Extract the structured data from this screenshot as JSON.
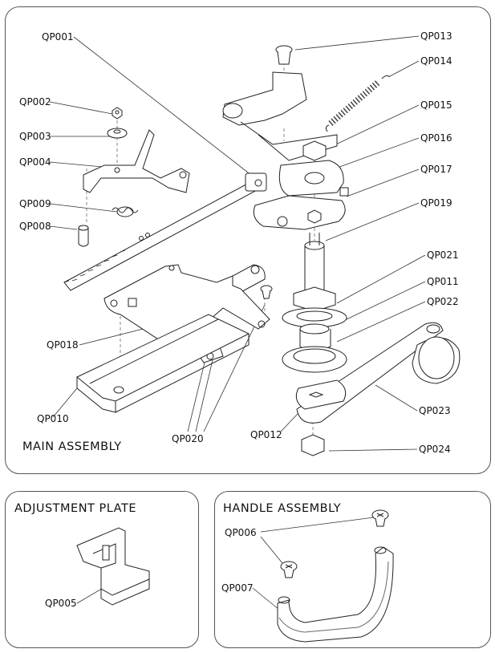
{
  "panels": {
    "main": {
      "title": "MAIN  ASSEMBLY"
    },
    "adjustment": {
      "title": "ADJUSTMENT  PLATE"
    },
    "handle": {
      "title": "HANDLE ASSEMBLY"
    }
  },
  "parts": {
    "qp001": "QP001",
    "qp002": "QP002",
    "qp003": "QP003",
    "qp004": "QP004",
    "qp005": "QP005",
    "qp006": "QP006",
    "qp007": "QP007",
    "qp008": "QP008",
    "qp009": "QP009",
    "qp010": "QP010",
    "qp011": "QP011",
    "qp012": "QP012",
    "qp013": "QP013",
    "qp014": "QP014",
    "qp015": "QP015",
    "qp016": "QP016",
    "qp017": "QP017",
    "qp018": "QP018",
    "qp019": "QP019",
    "qp020": "QP020",
    "qp021": "QP021",
    "qp022": "QP022",
    "qp023": "QP023",
    "qp024": "QP024"
  }
}
